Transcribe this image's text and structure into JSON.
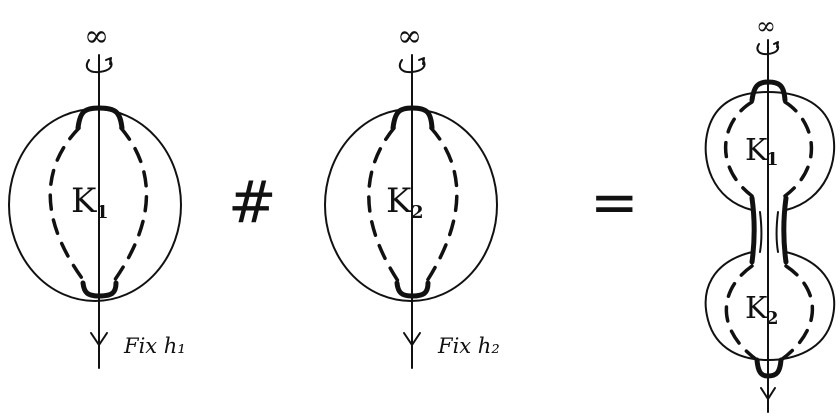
{
  "figure": {
    "knot1": {
      "letter": "K",
      "index": "1",
      "infinity": "∞",
      "fixed_label": "Fix h₁"
    },
    "knot2": {
      "letter": "K",
      "index": "2",
      "infinity": "∞",
      "fixed_label": "Fix h₂"
    },
    "operator_sum": "#",
    "operator_equals": "=",
    "result": {
      "infinity": "∞",
      "top": {
        "letter": "K",
        "index": "1"
      },
      "bottom": {
        "letter": "K",
        "index": "2"
      }
    }
  }
}
